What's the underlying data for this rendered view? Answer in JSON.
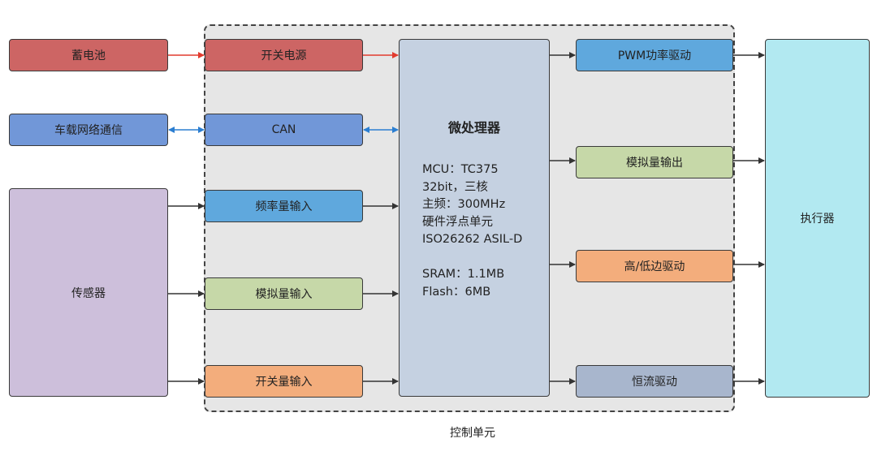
{
  "diagram": {
    "container_label": "控制单元",
    "external": {
      "battery": "蓄电池",
      "can_network": "车载网络通信",
      "sensor": "传感器",
      "actuator": "执行器"
    },
    "interfaces": {
      "switch_power": "开关电源",
      "can": "CAN",
      "freq_input": "频率量输入",
      "analog_input": "模拟量输入",
      "digital_input": "开关量输入"
    },
    "mcu": {
      "title": "微处理器",
      "spec_lines": [
        "MCU：TC375",
        "32bit，三核",
        "主频：300MHz",
        "硬件浮点单元",
        "ISO26262 ASIL-D",
        "",
        "SRAM：1.1MB",
        "Flash：6MB"
      ]
    },
    "outputs": {
      "pwm": "PWM功率驱动",
      "analog_out": "模拟量输出",
      "hl_drive": "高/低边驱动",
      "const_current": "恒流驱动"
    },
    "colors": {
      "red": "#cd6564",
      "blue_dark": "#7197d8",
      "blue_light": "#5fa8dd",
      "green": "#c6d8a8",
      "orange": "#f3ad7c",
      "lavender": "#cdbfdb",
      "mcu": "#c5d1e1",
      "cyan": "#b2e9f1",
      "grey_blue": "#a8b6cd",
      "arrow_red": "#e23b2e",
      "arrow_blue": "#2b7ed1",
      "arrow_dark": "#333333"
    }
  }
}
